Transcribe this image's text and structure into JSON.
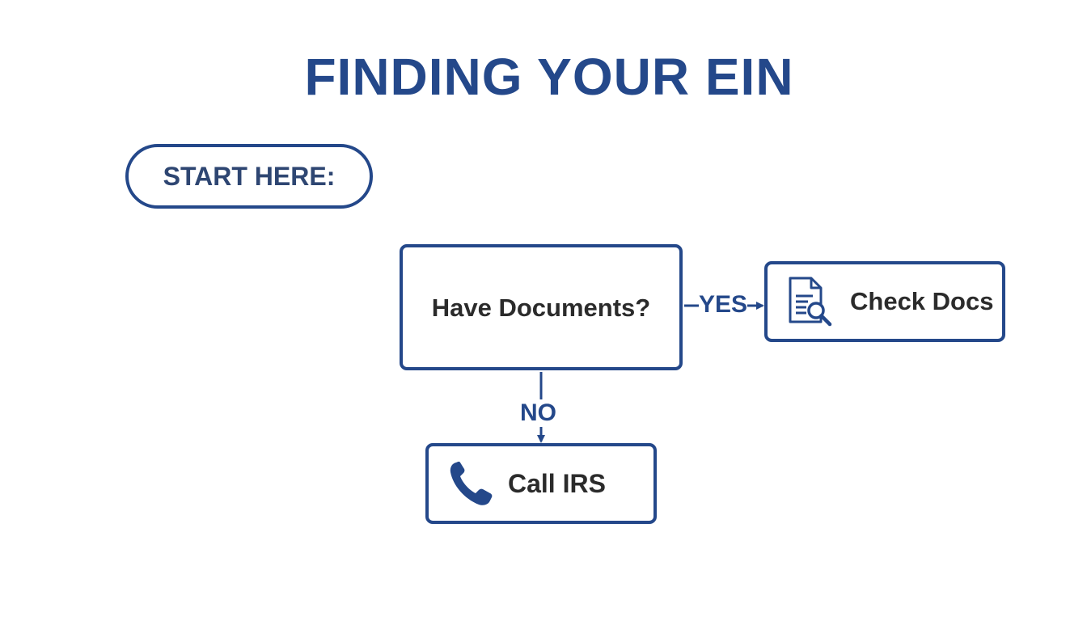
{
  "title": "FINDING YOUR EIN",
  "start": {
    "label": "START HERE:"
  },
  "decision": {
    "label": "Have Documents?"
  },
  "edges": {
    "yes": "YES",
    "no": "NO"
  },
  "check_docs": {
    "label": "Check Docs",
    "icon": "document-search-icon"
  },
  "call_irs": {
    "label": "Call IRS",
    "icon": "phone-icon"
  },
  "colors": {
    "primary": "#24488a",
    "text_dark": "#2b2b2b",
    "background": "#ffffff"
  }
}
